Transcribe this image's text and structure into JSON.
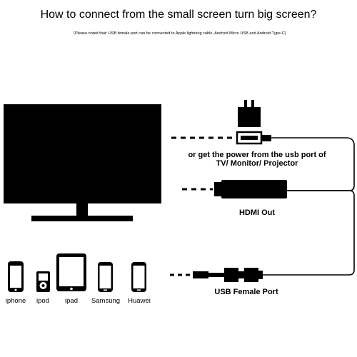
{
  "title": "How to connect from the small screen turn big screen?",
  "note": "（Please noted that: USB female port can be connected to Apple lightning cable, Android Micro USB and Android Type-C)",
  "labels": {
    "power": "or get the power from the usb port of",
    "power2": "TV/ Monitor/ Projector",
    "hdmi": "HDMI Out",
    "usb": "USB Female Port"
  },
  "devices": [
    {
      "name": "iphone",
      "icon": "iphone-icon"
    },
    {
      "name": "ipod",
      "icon": "ipod-icon"
    },
    {
      "name": "ipad",
      "icon": "ipad-icon"
    },
    {
      "name": "Samsung",
      "icon": "samsung-phone-icon"
    },
    {
      "name": "Huawei",
      "icon": "huawei-phone-icon"
    }
  ]
}
